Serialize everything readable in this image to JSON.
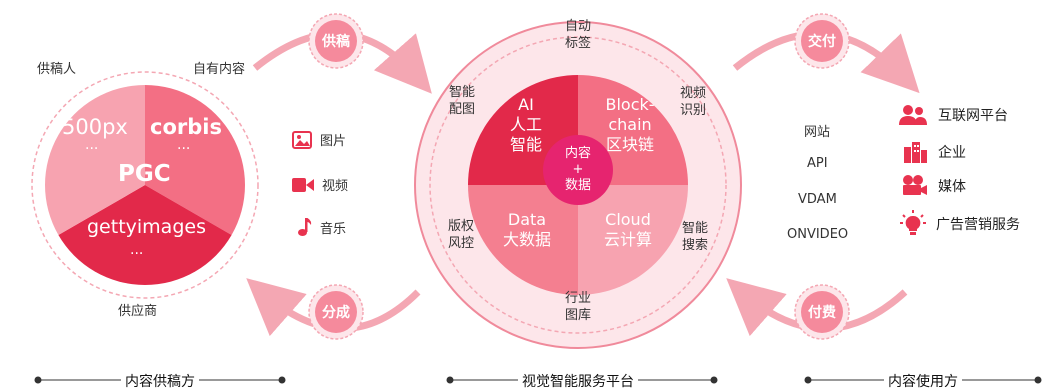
{
  "left": {
    "caption": "内容供稿方",
    "top_left_label": "供稿人",
    "top_right_label": "自有内容",
    "bottom_label": "供应商",
    "center": "PGC",
    "brands": {
      "b1": "500px",
      "b2": "corbis",
      "b3": "gettyimages"
    },
    "ellipsis": "...",
    "media": [
      {
        "label": "图片",
        "icon": "picture-icon"
      },
      {
        "label": "视频",
        "icon": "video-camera-icon"
      },
      {
        "label": "音乐",
        "icon": "music-note-icon"
      }
    ]
  },
  "center": {
    "caption": "视觉智能服务平台",
    "hub": {
      "line1": "内容",
      "line2": "+",
      "line3": "数据"
    },
    "quadrants": {
      "q1": {
        "line1": "AI",
        "line2": "人工",
        "line3": "智能"
      },
      "q2": {
        "line1": "Block-",
        "line2": "chain",
        "line3": "区块链"
      },
      "q3": {
        "line1": "Data",
        "line2": "大数据"
      },
      "q4": {
        "line1": "Cloud",
        "line2": "云计算"
      }
    },
    "ring_labels": {
      "top": [
        "自动",
        "标签"
      ],
      "top_right": [
        "视频",
        "识别"
      ],
      "right": [
        "智能",
        "搜索"
      ],
      "bottom": [
        "行业",
        "图库"
      ],
      "left_bottom": [
        "版权",
        "风控"
      ],
      "left_top": [
        "智能",
        "配图"
      ]
    }
  },
  "flows": {
    "supply": "供稿",
    "share": "分成",
    "deliver": "交付",
    "pay": "付费"
  },
  "right": {
    "caption": "内容使用方",
    "channels": [
      "网站",
      "API",
      "VDAM",
      "ONVIDEO"
    ],
    "users": [
      {
        "label": "互联网平台",
        "icon": "people-icon"
      },
      {
        "label": "企业",
        "icon": "building-icon"
      },
      {
        "label": "媒体",
        "icon": "film-camera-icon"
      },
      {
        "label": "广告营销服务",
        "icon": "lightbulb-icon"
      }
    ]
  },
  "colors": {
    "accent": "#e8334f",
    "pink": "#f4a7b3",
    "light": "#fde6ea"
  }
}
